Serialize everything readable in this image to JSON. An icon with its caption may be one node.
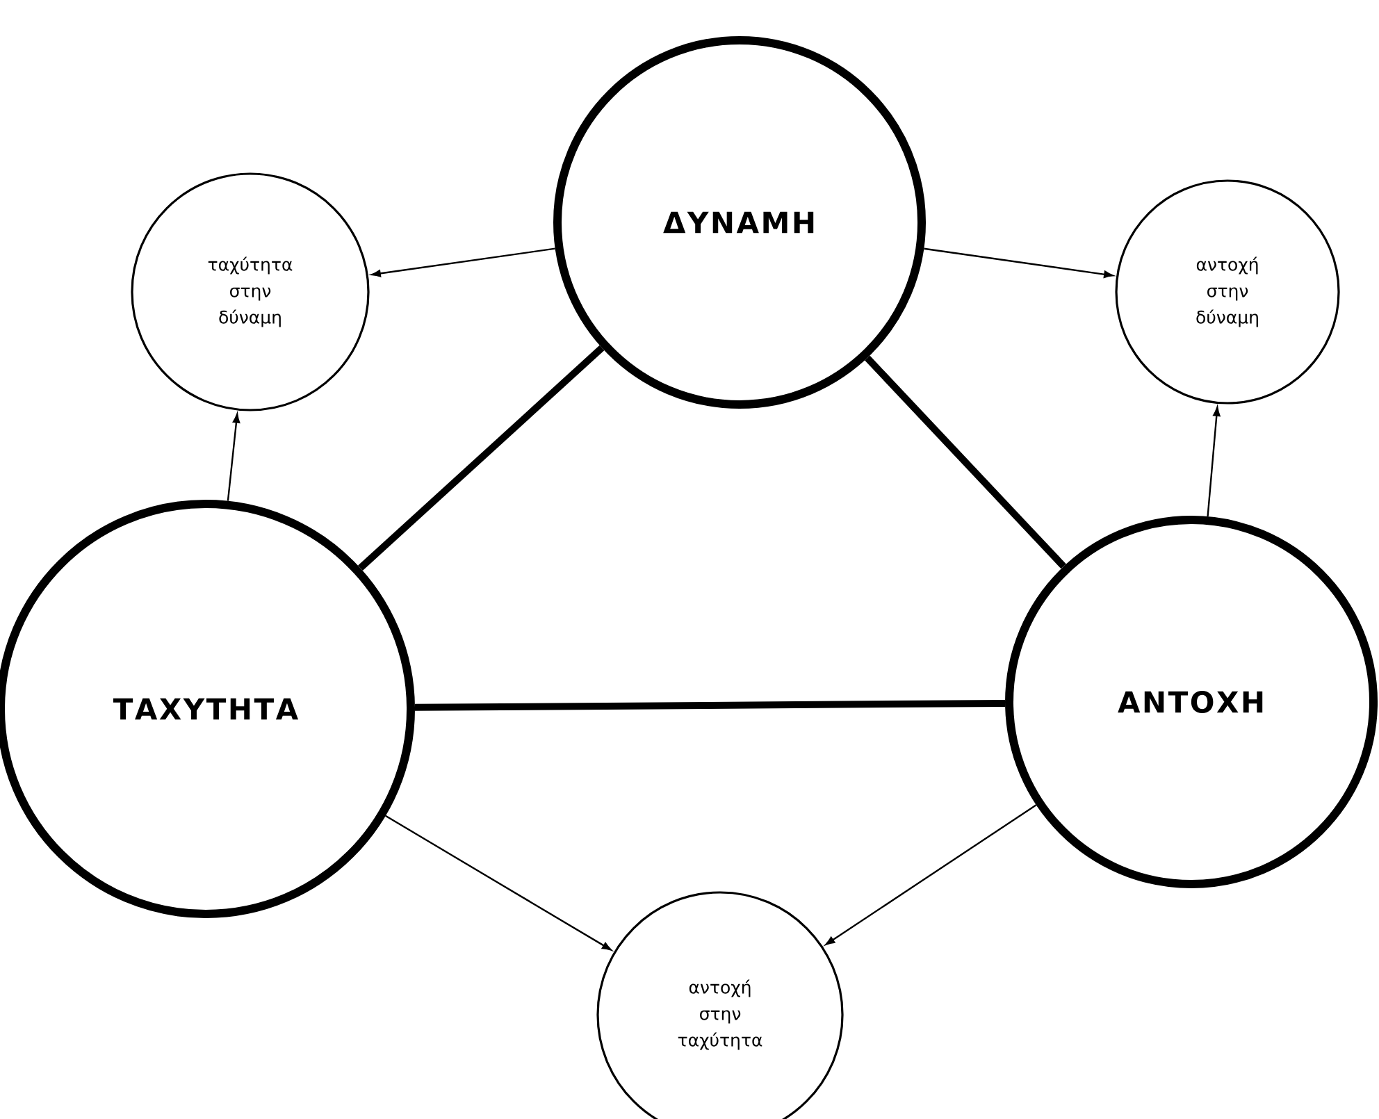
{
  "diagram": {
    "nodes": [
      {
        "text": [
          "ΔΥΝΑΜΗ"
        ]
      },
      {
        "text": [
          "ταχύτητα στην δύναμη"
        ]
      },
      {
        "text": [
          "αντοχή στην δύναμη"
        ]
      },
      {
        "text": [
          "ΤΑΧΥΤΗΤΑ"
        ]
      },
      {
        "text": [
          "ΑΝΤΟΧΗ"
        ]
      },
      {
        "text": [
          "αντοχή στην ταχύτητα"
        ]
      }
    ],
    "edges": [
      {
        "from": 0,
        "to": 3,
        "arrow": "none",
        "style": "thick"
      },
      {
        "from": 0,
        "to": 4,
        "arrow": "none",
        "style": "thick"
      },
      {
        "from": 3,
        "to": 4,
        "arrow": "none",
        "style": "thick"
      },
      {
        "from": 0,
        "to": 1,
        "arrow": "to"
      },
      {
        "from": 0,
        "to": 2,
        "arrow": "to"
      },
      {
        "from": 3,
        "to": 1,
        "arrow": "to"
      },
      {
        "from": 4,
        "to": 2,
        "arrow": "to"
      },
      {
        "from": 3,
        "to": 5,
        "arrow": "to"
      },
      {
        "from": 4,
        "to": 5,
        "arrow": "to"
      }
    ]
  }
}
